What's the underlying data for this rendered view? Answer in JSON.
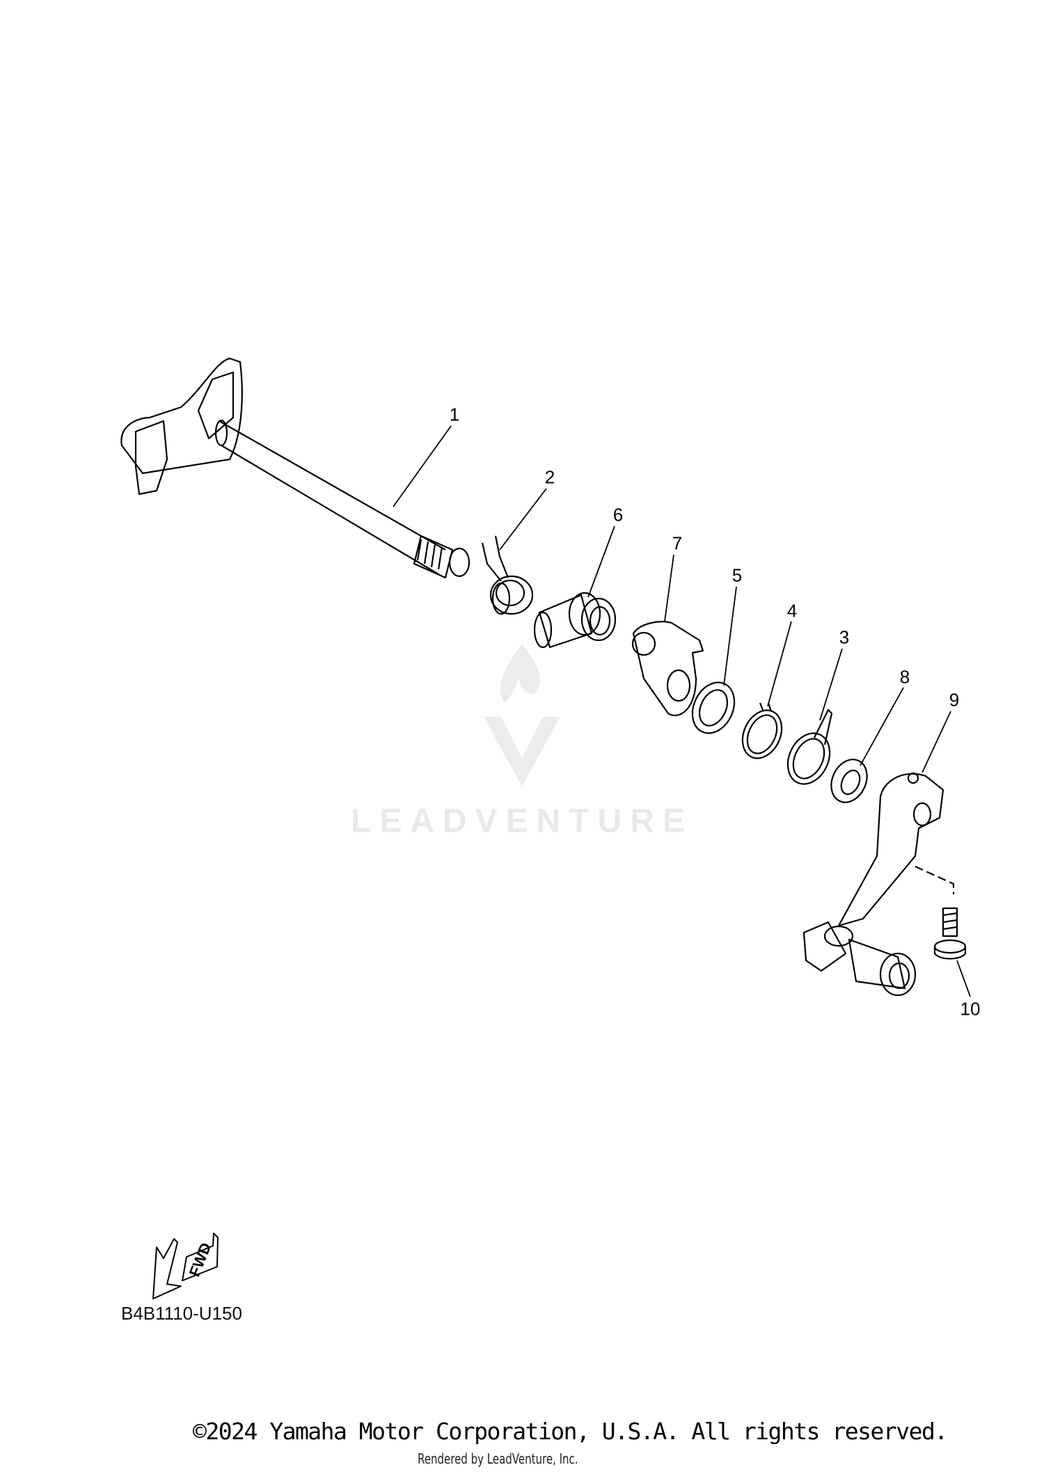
{
  "diagram": {
    "callouts": [
      "1",
      "2",
      "3",
      "4",
      "5",
      "6",
      "7",
      "8",
      "9",
      "10"
    ],
    "fwd_label": "FWD",
    "diagram_code": "B4B1110-U150"
  },
  "watermark": {
    "text": "LEADVENTURE"
  },
  "footer": {
    "copyright": "©2024 Yamaha Motor Corporation, U.S.A. All rights reserved.",
    "rendered_by": "Rendered by LeadVenture, Inc."
  }
}
